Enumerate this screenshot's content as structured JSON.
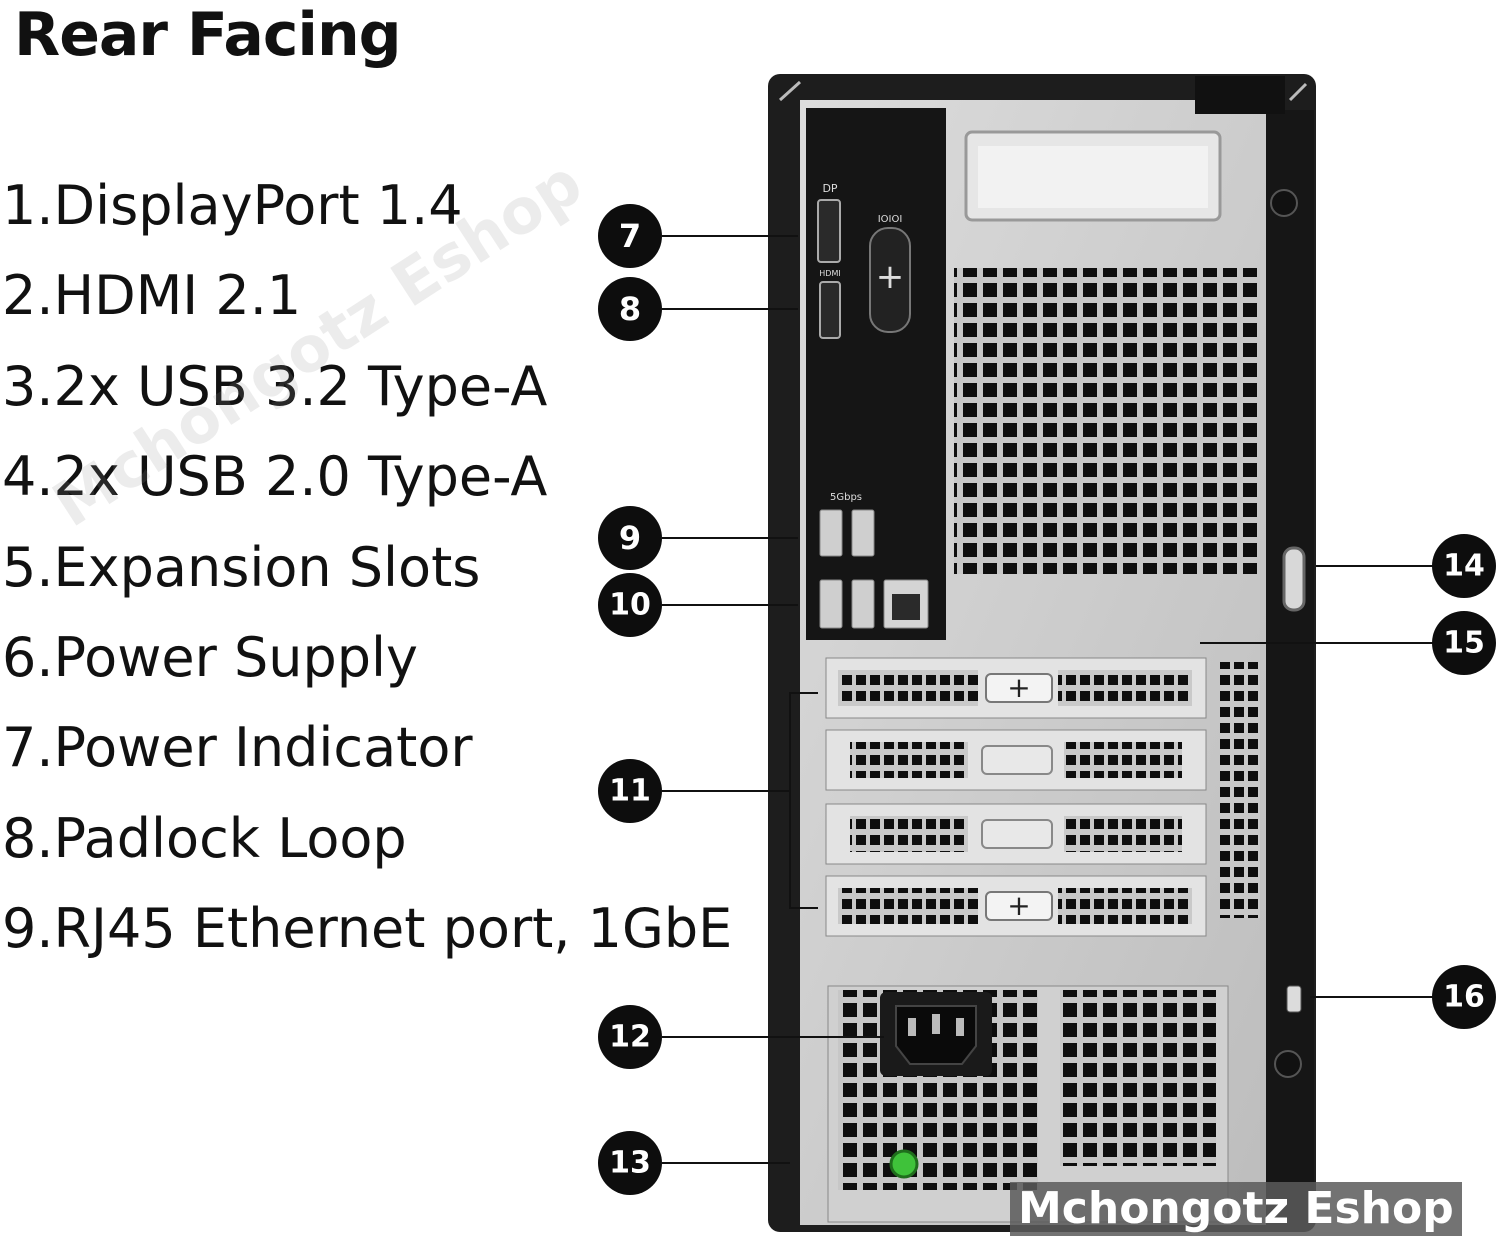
{
  "title": "Rear Facing",
  "legend": [
    "1.DisplayPort 1.4",
    "2.HDMI 2.1",
    "3.2x USB 3.2 Type-A",
    "4.2x USB 2.0 Type-A",
    "5.Expansion Slots",
    "6.Power Supply",
    "7.Power Indicator",
    "8.Padlock Loop",
    "9.RJ45 Ethernet port, 1GbE"
  ],
  "callouts": [
    "7",
    "8",
    "9",
    "10",
    "11",
    "12",
    "13",
    "14",
    "15",
    "16"
  ],
  "port_labels": {
    "displayport": "DP",
    "hdmi": "HDMI",
    "serial": "IOIOI",
    "usb_speed": "5Gbps"
  },
  "watermark": "Mchongotz Eshop",
  "colors": {
    "chassis": "#1d1d1d",
    "panel": "#c9c9c9",
    "port_panel": "#151515",
    "badge": "#0d0d0d",
    "power_led": "#3fc23a"
  }
}
